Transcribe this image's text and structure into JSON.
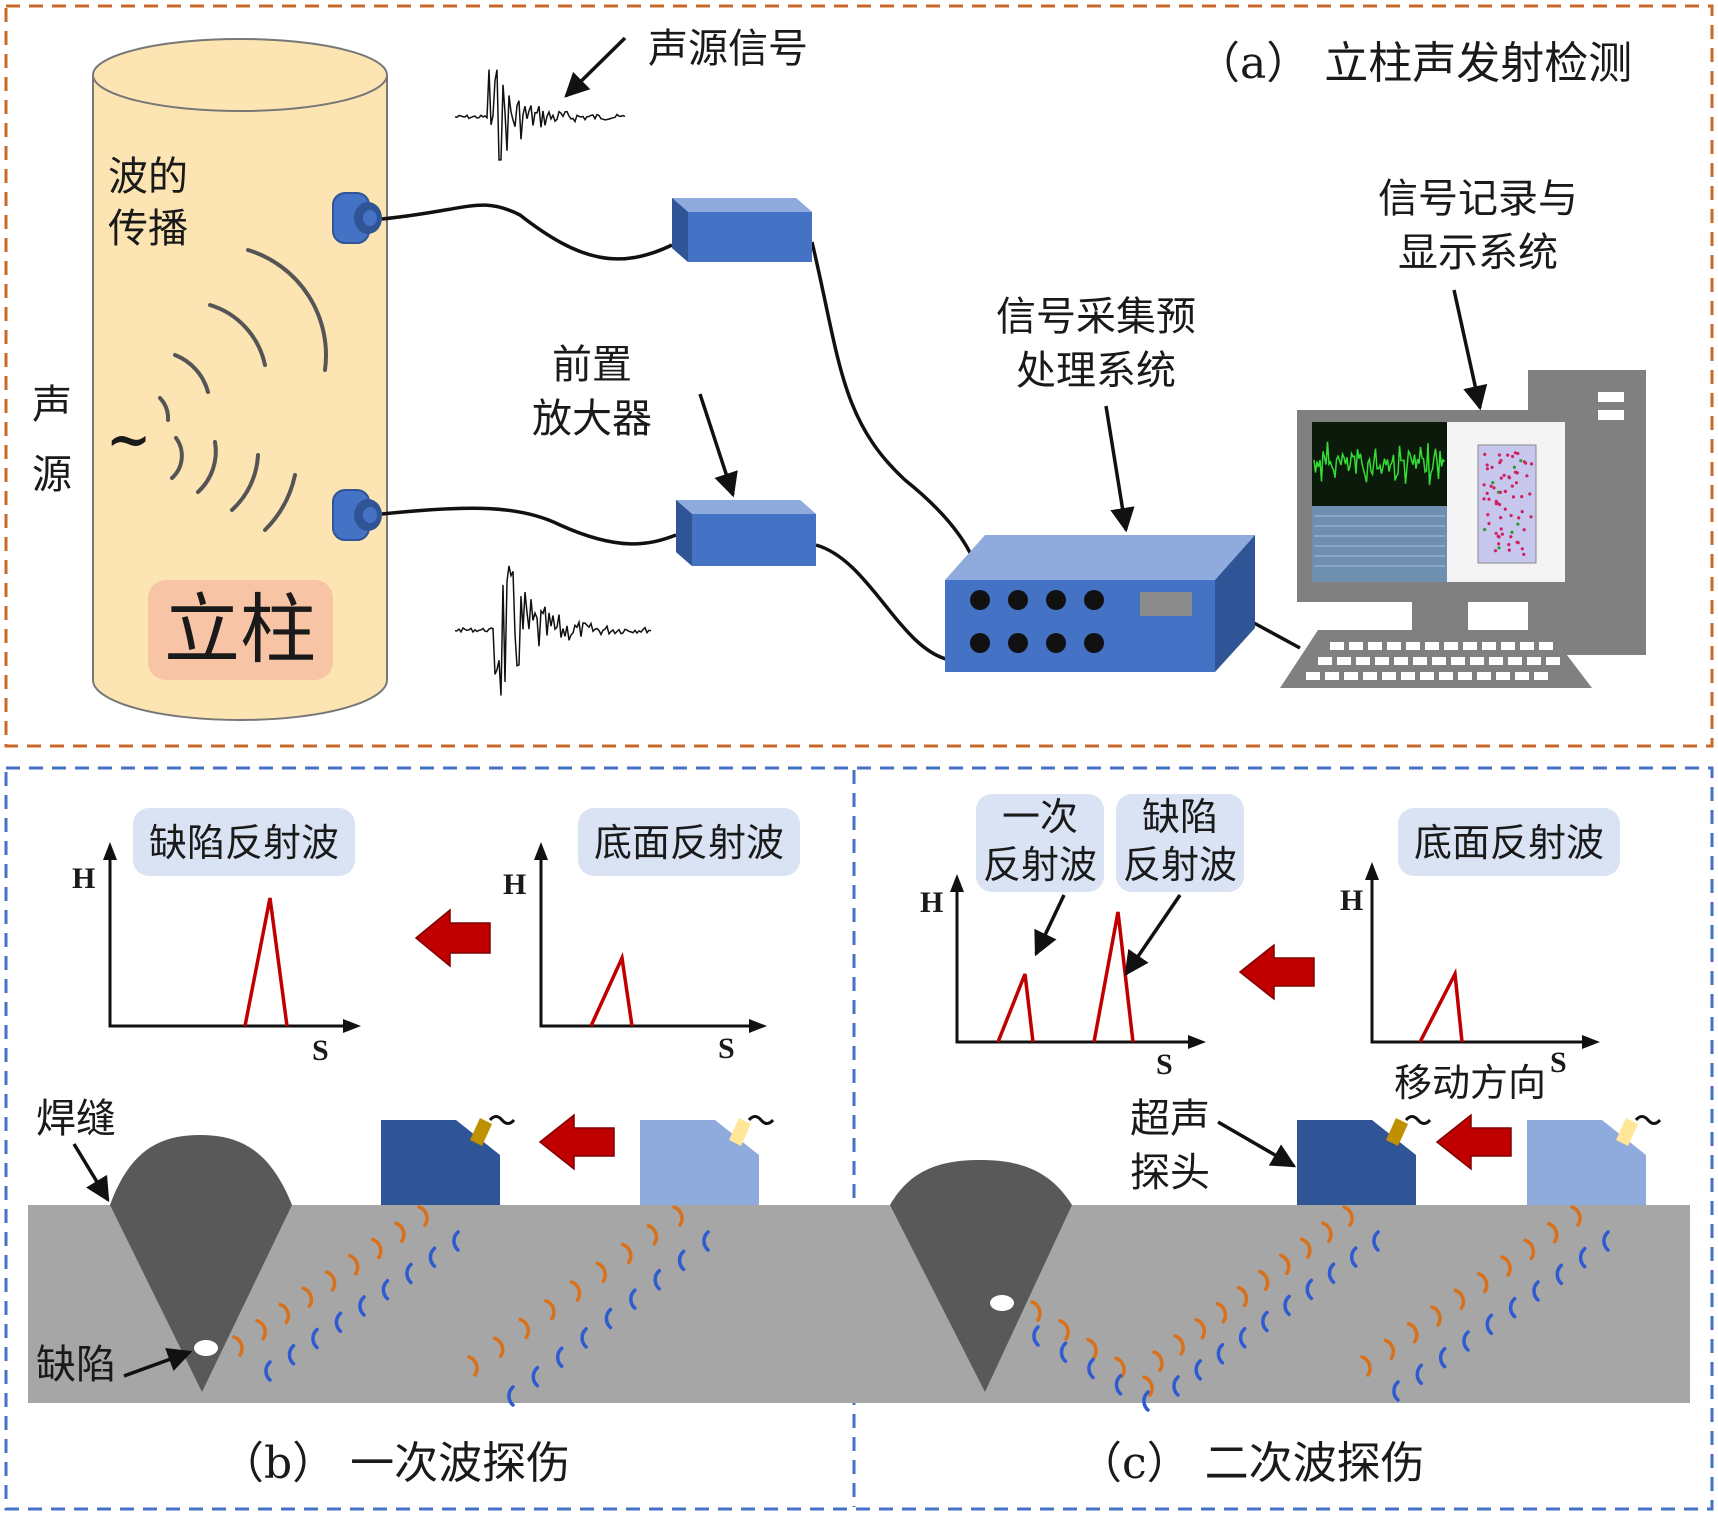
{
  "panel_a": {
    "title": "（a） 立柱声发射检测",
    "column_label": "立柱",
    "source_label_1": "声",
    "source_label_2": "源",
    "source_symbol": "~",
    "wave_label_1": "波的",
    "wave_label_2": "传播",
    "signal_label": "声源信号",
    "preamp_label_1": "前置",
    "preamp_label_2": "放大器",
    "acq_label_1": "信号采集预",
    "acq_label_2": "处理系统",
    "rec_label_1": "信号记录与",
    "rec_label_2": "显示系统"
  },
  "panel_b": {
    "title": "（b） 一次波探伤",
    "defect_wave_label": "缺陷反射波",
    "bottom_wave_label": "底面反射波",
    "weld_label": "焊缝",
    "defect_label": "缺陷",
    "axis_h": "H",
    "axis_s": "S"
  },
  "panel_c": {
    "title": "（c） 二次波探伤",
    "primary_wave_label_1": "一次",
    "primary_wave_label_2": "反射波",
    "defect_wave_label_1": "缺陷",
    "defect_wave_label_2": "反射波",
    "bottom_wave_label": "底面反射波",
    "move_label": "移动方向",
    "probe_label_1": "超声",
    "probe_label_2": "探头",
    "axis_h": "H",
    "axis_s": "S"
  },
  "colors": {
    "border_a": "#c8692a",
    "border_bc": "#4472c4",
    "column_fill": "#fde5b3",
    "amp_blue": "#4472c4",
    "peak_red": "#c00000",
    "probe_dark": "#2f5597",
    "probe_light": "#8faadc",
    "steel": "#a6a6a6",
    "weld": "#595959"
  }
}
